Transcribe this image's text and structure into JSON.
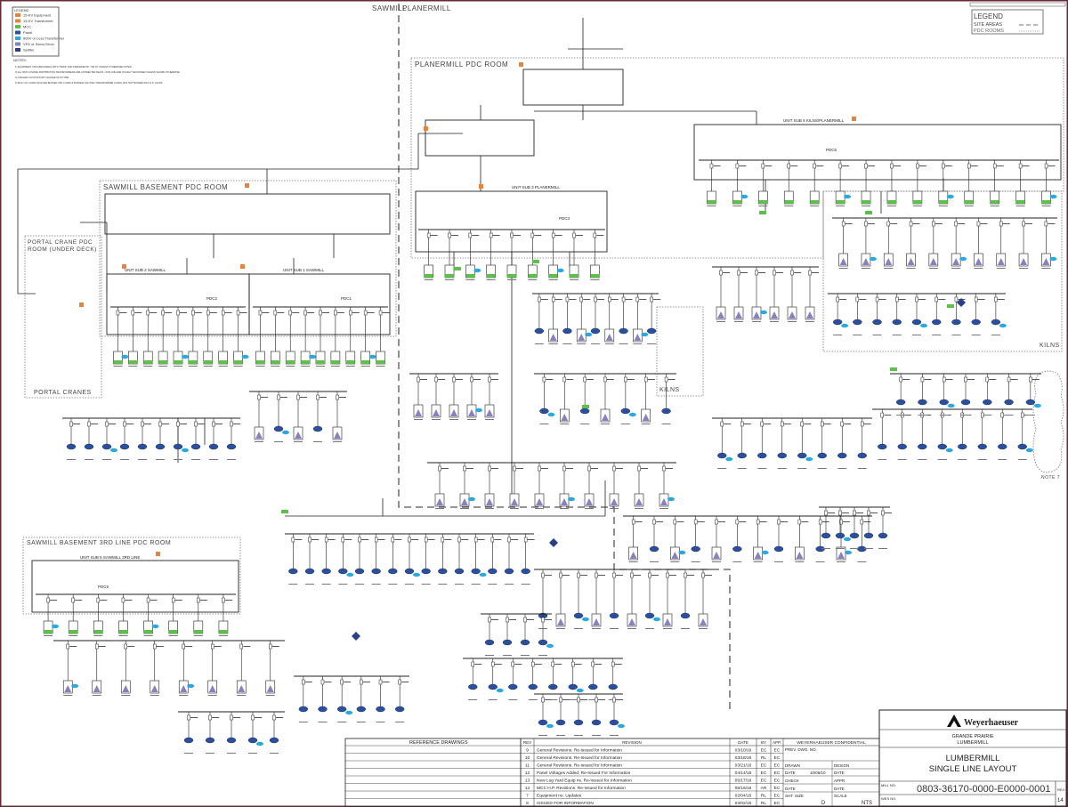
{
  "areas": {
    "sawmill": "SAWMILL",
    "planermill": "PLANERMILL"
  },
  "rooms": {
    "planermill_pdc": "PLANERMILL PDC ROOM",
    "sawmill_basement_pdc": "SAWMILL BASEMENT PDC ROOM",
    "portal_crane_pdc_1": "PORTAL CRANE PDC",
    "portal_crane_pdc_2": "ROOM (UNDER DECK)",
    "portal_cranes": "PORTAL CRANES",
    "sawmill_3rd_line_pdc": "SAWMILL BASEMENT 3RD LINE PDC ROOM",
    "kilns_east": "KILNS",
    "kilns_mid": "KILNS",
    "note7": "NOTE 7"
  },
  "buses": {
    "unit_sub_2": "UNIT SUB 2 SAWMILL",
    "unit_sub_1": "UNIT SUB 1 SAWMILL",
    "unit_sub_3": "UNIT SUB 3 PLANERMILL",
    "unit_sub_5": "UNIT SUB 5 SAWMILL 3RD LINE",
    "unit_sub_6": "UNIT SUB 6 KILNS/PLANERMILL",
    "pdc1": "PDC1",
    "pdc2": "PDC2",
    "pdc3": "PDC3",
    "pdc5": "PDC5",
    "pdc6": "PDC6"
  },
  "symbol_legend": {
    "title": "LEGEND",
    "items": [
      {
        "label": "15-KV Equipment",
        "color": "#e8843a"
      },
      {
        "label": "15-KV Transformer",
        "color": "#e8843a"
      },
      {
        "label": "MCC",
        "color": "#5cc04a"
      },
      {
        "label": "Panel",
        "color": "#2a4fa0"
      },
      {
        "label": "600V or Less Transformer",
        "color": "#2aa8e0"
      },
      {
        "label": "VFD or Servo Drive",
        "color": "#8a7fc0"
      },
      {
        "label": "Splitter",
        "color": "#2a3f8a"
      }
    ],
    "notes_title": "NOTES:",
    "notes": [
      "1) EQUIPMENT TAGS BEGINNING WITH \"00000\" AND PRECEDED BY \"36170\" UNLESS OTHERWISE NOTED.",
      "3) ALL 600V 3-PHASE DISTRIBUTION TRANSFORMERS ARE CONNECTED DELTA - WYE AND ARE SOLIDLY GROUNDED UNLESS SHOWN OTHERWISE.",
      "5) TRAILER LOCATION MAY CHANGE IN FUTURE.",
      "6) MCC H.P. LOADS INCLUDE BUSSED VFD LOADS & BUSSED LIGHTING TRANSFORMER LOADS, BUT NOT BUSSED MCC H.P. LOADS."
    ]
  },
  "line_legend": {
    "title": "LEGEND",
    "site_areas": "SITE AREAS",
    "pdc_rooms": "PDC ROOMS"
  },
  "colors": {
    "mcc": "#5cc04a",
    "panel": "#2a4fa0",
    "transformer_small": "#2aa8e0",
    "hv": "#e8843a",
    "vfd": "#8a7fc0"
  },
  "revision_table": {
    "reference_drawings": "REFERENCE DRAWINGS",
    "headers": [
      "REV",
      "REVISION",
      "DATE",
      "BY",
      "APP."
    ],
    "rows": [
      [
        "9",
        "General Revisions. Re-Issued for Information",
        "03/10/16",
        "EC",
        "EC"
      ],
      [
        "10",
        "General Revisions. Re-Issued for Information",
        "03/18/16",
        "RL",
        "EC"
      ],
      [
        "11",
        "General Revisions. Re-Issued for Information",
        "03/21/16",
        "EC",
        "EC"
      ],
      [
        "12",
        "Panel Voltages Added. Re-Issued For Information",
        "04/14/16",
        "EC",
        "EC"
      ],
      [
        "13",
        "New Log Yard Equip #s. Re-Issued for Information",
        "05/17/16",
        "EC",
        "EC"
      ],
      [
        "14",
        "MCC H.P. Revisions. Re-Issued for Information",
        "05/16/16",
        "AR",
        "EC"
      ],
      [
        "7",
        "Equipment no. Updates",
        "02/04/16",
        "RL",
        "EC"
      ],
      [
        "8",
        "ISSUED FOR INFORMATION",
        "03/02/16",
        "RL",
        "EC"
      ]
    ]
  },
  "approval_block": {
    "confidential": "WEYERHAEUSER CONFIDENTIAL",
    "prev_dwg_no": "PREV. DWG. NO.",
    "drawn": "DRAWN",
    "design": "DESIGN",
    "date_label": "DATE",
    "drawn_date": "10/06/10",
    "check": "CHECK",
    "appr": "APPR.",
    "sht_size": "SHT. SIZE",
    "sht_size_value": "D",
    "scale": "SCALE",
    "scale_value": "NTS"
  },
  "title_block": {
    "company": "Weyerhaeuser",
    "site_line1": "GRANDE PRAIRIE",
    "site_line2": "LUMBERMILL",
    "title_line1": "LUMBERMILL",
    "title_line2": "SINGLE LINE LAYOUT",
    "mill_no_label": "MILL NO.",
    "drawing_number": "0803-36170-0000-E0000-0001",
    "wes_no_label": "WES NO.",
    "rev_label": "REV.",
    "rev_value": "14"
  }
}
